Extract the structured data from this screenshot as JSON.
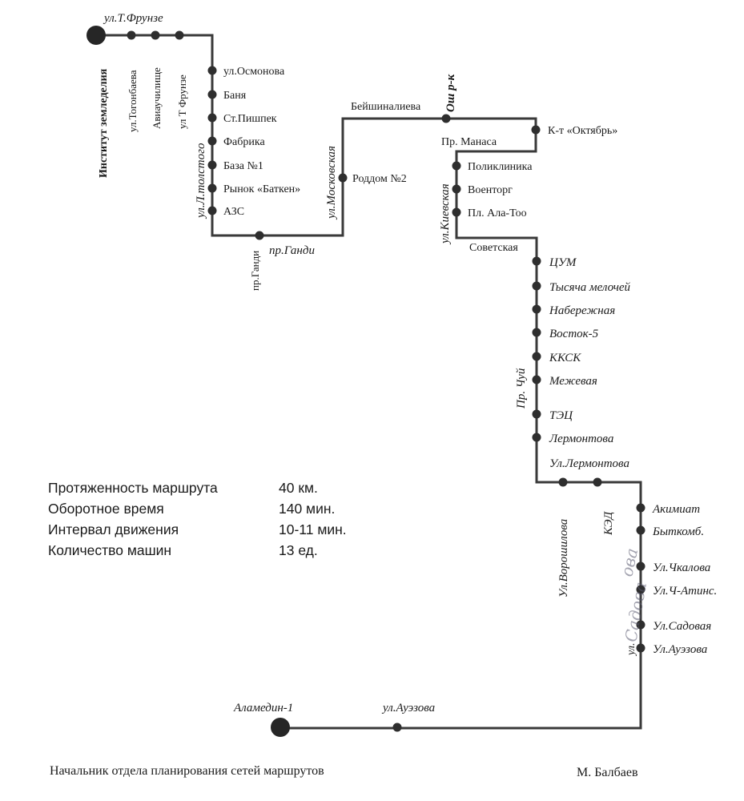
{
  "route": {
    "start_terminal": "Институт земледелия",
    "end_terminal": "Аламедин-1",
    "streets": {
      "frunze": "ул.Т.Фрунзе",
      "tolstogo": "ул.Л.толстого",
      "gandi": "пр.Ганди",
      "gandi_vertical": "пр.Ганди",
      "moskovskaya": "ул.Московская",
      "beishinalieva": "Бейшиналиева",
      "osh": "Ош р-к",
      "manasa": "Пр. Манаса",
      "kievskaya": "ул.Киевская",
      "sovetskaya": "Советская",
      "chui": "Пр. Чуй",
      "lermontova_street": "Ул.Лермонтова",
      "voroshilova": "Ул.Ворошилова",
      "ked": "КЭД",
      "ul_partial": "ул.",
      "auezova_bottom": "ул.Ауэзова"
    },
    "stops": {
      "togonbaeva": "ул.Тогонбаева",
      "aviauchilische": "Авиаучилище",
      "t_frunze": "ул Т Фрунзе",
      "osmonova": "ул.Осмонова",
      "banya": "Баня",
      "st_pishpek": "Ст.Пишпек",
      "fabrika": "Фабрика",
      "baza1": "База №1",
      "rynok_batken": "Рынок «Баткен»",
      "azs": "АЗС",
      "roddom2": "Роддом №2",
      "kt_oktyabr": "К-т «Октябрь»",
      "poliklinika": "Поликлиника",
      "voentorg": "Военторг",
      "pl_ala_too": "Пл. Ала-Тоо",
      "tsum": "ЦУМ",
      "tysyacha": "Тысяча мелочей",
      "naberezhnaya": "Набережная",
      "vostok5": "Восток-5",
      "kksk": "ККСК",
      "mezhevaya": "Межевая",
      "tets": "ТЭЦ",
      "lermontova": "Лермонтова",
      "akimiat": "Акимиат",
      "bytkomb": "Быткомб.",
      "chkalova": "Ул.Чкалова",
      "ch_atins": "Ул.Ч-Атинс.",
      "sadovaya": "Ул.Садовая",
      "auezova": "Ул.Ауэзова"
    }
  },
  "stats": [
    {
      "label": "Протяженность маршрута",
      "value": "40   км."
    },
    {
      "label": "Оборотное время",
      "value": "140  мин."
    },
    {
      "label": "Интервал движения",
      "value": "10-11 мин."
    },
    {
      "label": "Количество машин",
      "value": "13  ед."
    }
  ],
  "footer": {
    "position": "Начальник  отдела планирования сетей маршрутов",
    "signatory": "М. Балбаев"
  },
  "handwriting": {
    "word1": "ова",
    "word2": "Садова"
  },
  "colors": {
    "line": "#3a3a3a",
    "stop": "#2e2e2e",
    "text": "#1a1a1a"
  }
}
